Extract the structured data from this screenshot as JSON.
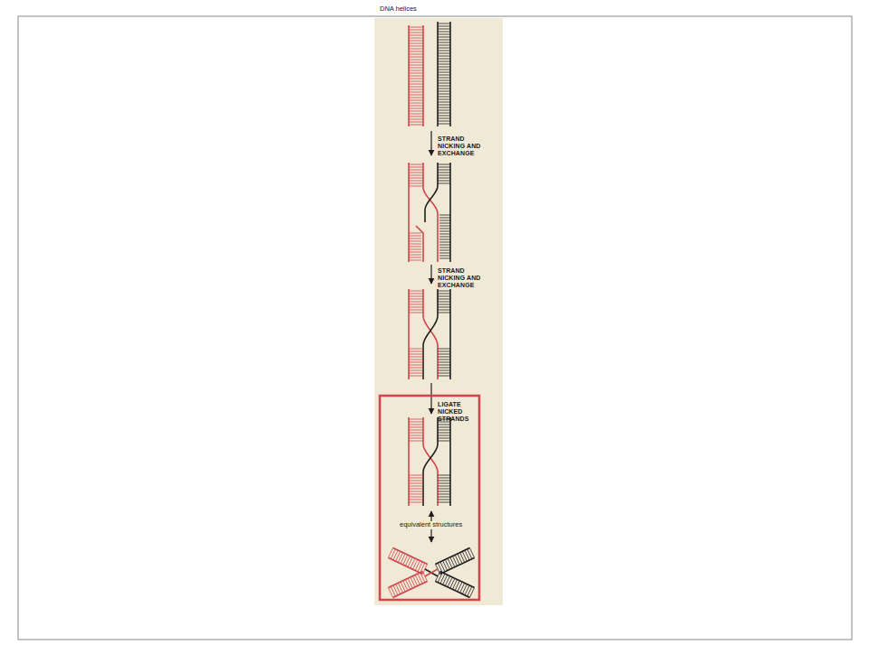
{
  "diagram": {
    "labels": [
      "DNA helices",
      "STRAND NICKING AND EXCHANGE",
      "STRAND NICKING AND EXCHANGE",
      "LIGATE NICKED STRANDS",
      "equivalent structures"
    ]
  }
}
